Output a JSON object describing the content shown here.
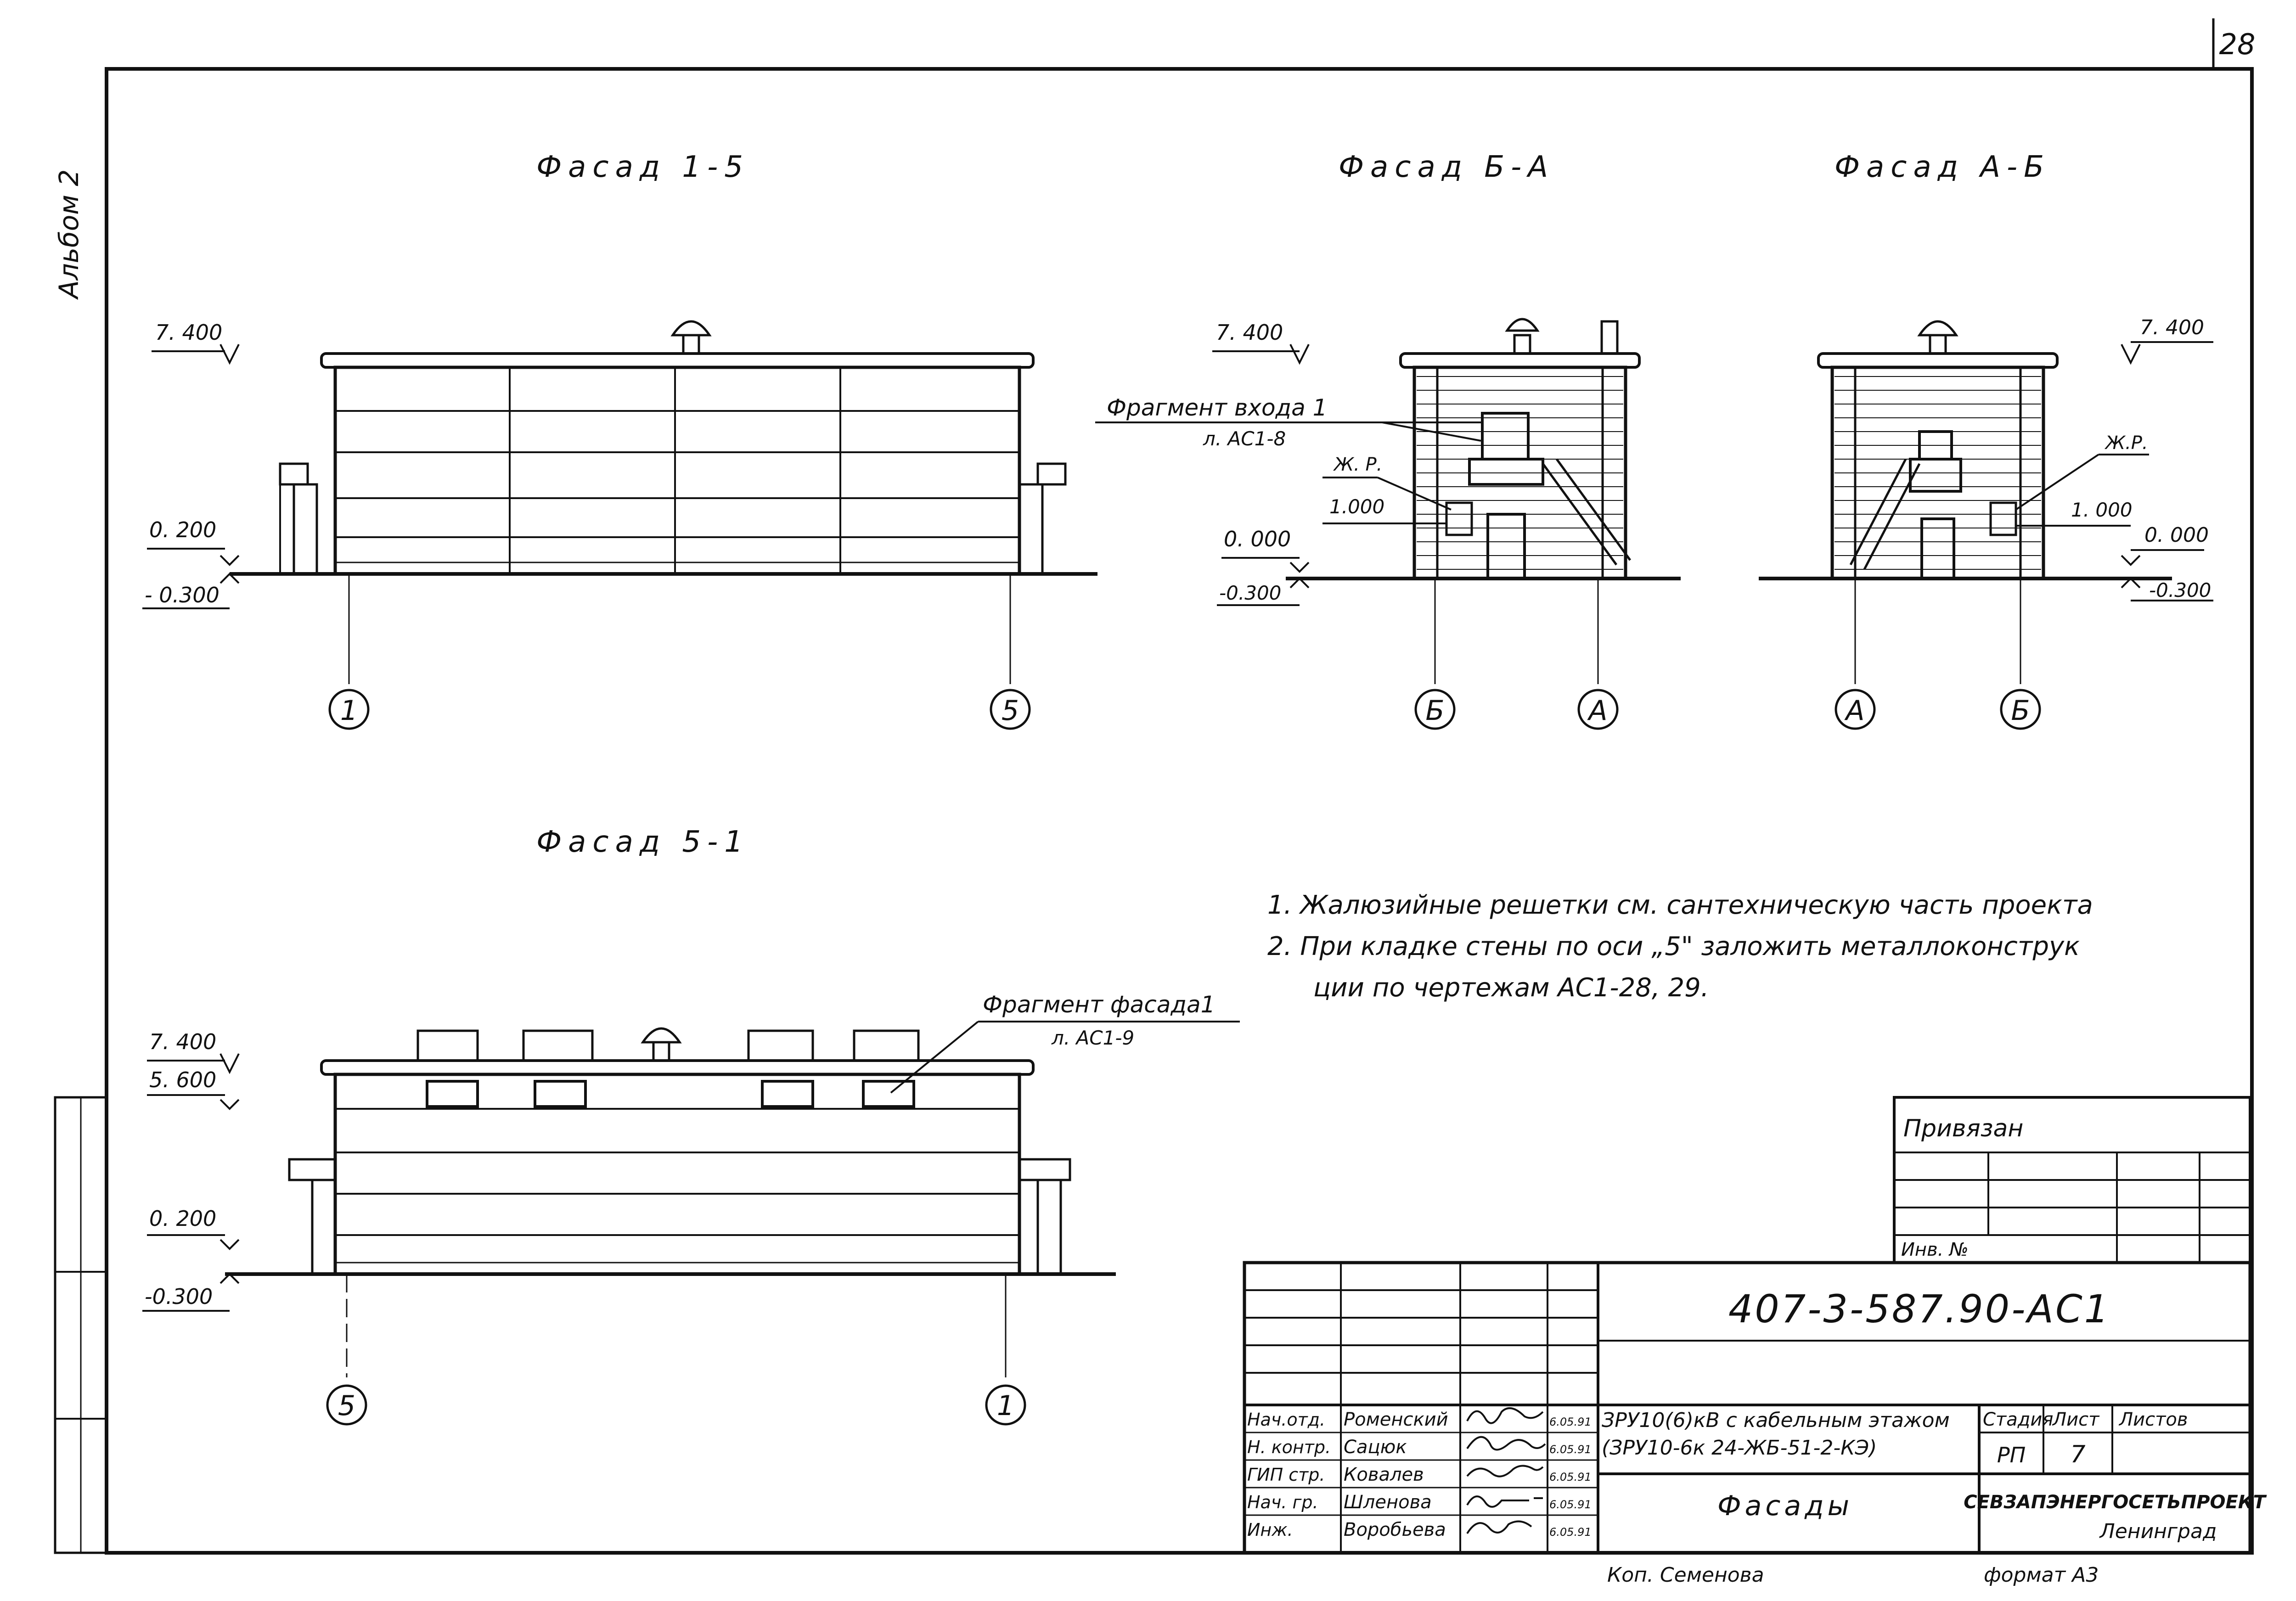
{
  "sheet": {
    "page_number": "28",
    "album": "Альбом 2",
    "copied_by": "Коп. Семенова",
    "format": "формат А3"
  },
  "views": {
    "f15": {
      "title": "Фасад 1-5",
      "levels": [
        "7. 400",
        "0. 200",
        "- 0.300"
      ],
      "axes": [
        "1",
        "5"
      ]
    },
    "fba": {
      "title": "Фасад Б-А",
      "levels": [
        "7. 400",
        "0. 000",
        "-0.300"
      ],
      "axes": [
        "Б",
        "А"
      ],
      "callout_entry": "Фрагмент входа 1",
      "callout_entry_ref": "л. АС1-8",
      "callout_grille": "Ж. Р.",
      "grille_level": "1.000"
    },
    "fab": {
      "title": "Фасад А-Б",
      "levels": [
        "7. 400",
        "0. 000",
        "-0.300"
      ],
      "axes": [
        "А",
        "Б"
      ],
      "callout_grille": "Ж.Р.",
      "grille_level": "1. 000"
    },
    "f51": {
      "title": "Фасад 5-1",
      "levels": [
        "7. 400",
        "5. 600",
        "0. 200",
        "-0.300"
      ],
      "axes": [
        "5",
        "1"
      ],
      "callout_fragment": "Фрагмент фасада1",
      "callout_fragment_ref": "л. АС1-9"
    }
  },
  "notes": [
    "1.  Жалюзийные решетки см. сантехническую часть проекта",
    "2.  При кладке стены по оси „5\" заложить металлоконструк",
    "ции по чертежам АС1-28, 29."
  ],
  "stamp": {
    "attached_label": "Привязан",
    "inventory_label": "Инв. №",
    "code": "407-3-587.90-АС1",
    "project_title_1": "ЗРУ10(6)кВ с кабельным этажом",
    "project_title_2": "(ЗРУ10-6к 24-ЖБ-51-2-КЭ)",
    "sheet_title": "Фасады",
    "col_stage": "Стадия",
    "col_sheet": "Лист",
    "col_sheets": "Листов",
    "stage": "РП",
    "sheet_no": "7",
    "org": "СЕВЗАПЭНЕРГОСЕТЬПРОЕКТ",
    "city": "Ленинград",
    "staff": [
      {
        "role": "Нач.отд.",
        "name": "Роменский",
        "date": "6.05.91"
      },
      {
        "role": "Н. контр.",
        "name": "Сацюк",
        "date": "6.05.91"
      },
      {
        "role": "ГИП стр.",
        "name": "Ковалев",
        "date": "6.05.91"
      },
      {
        "role": "Нач. гр.",
        "name": "Шленова",
        "date": "6.05.91"
      },
      {
        "role": "Инж.",
        "name": "Воробьева",
        "date": "6.05.91"
      }
    ]
  }
}
